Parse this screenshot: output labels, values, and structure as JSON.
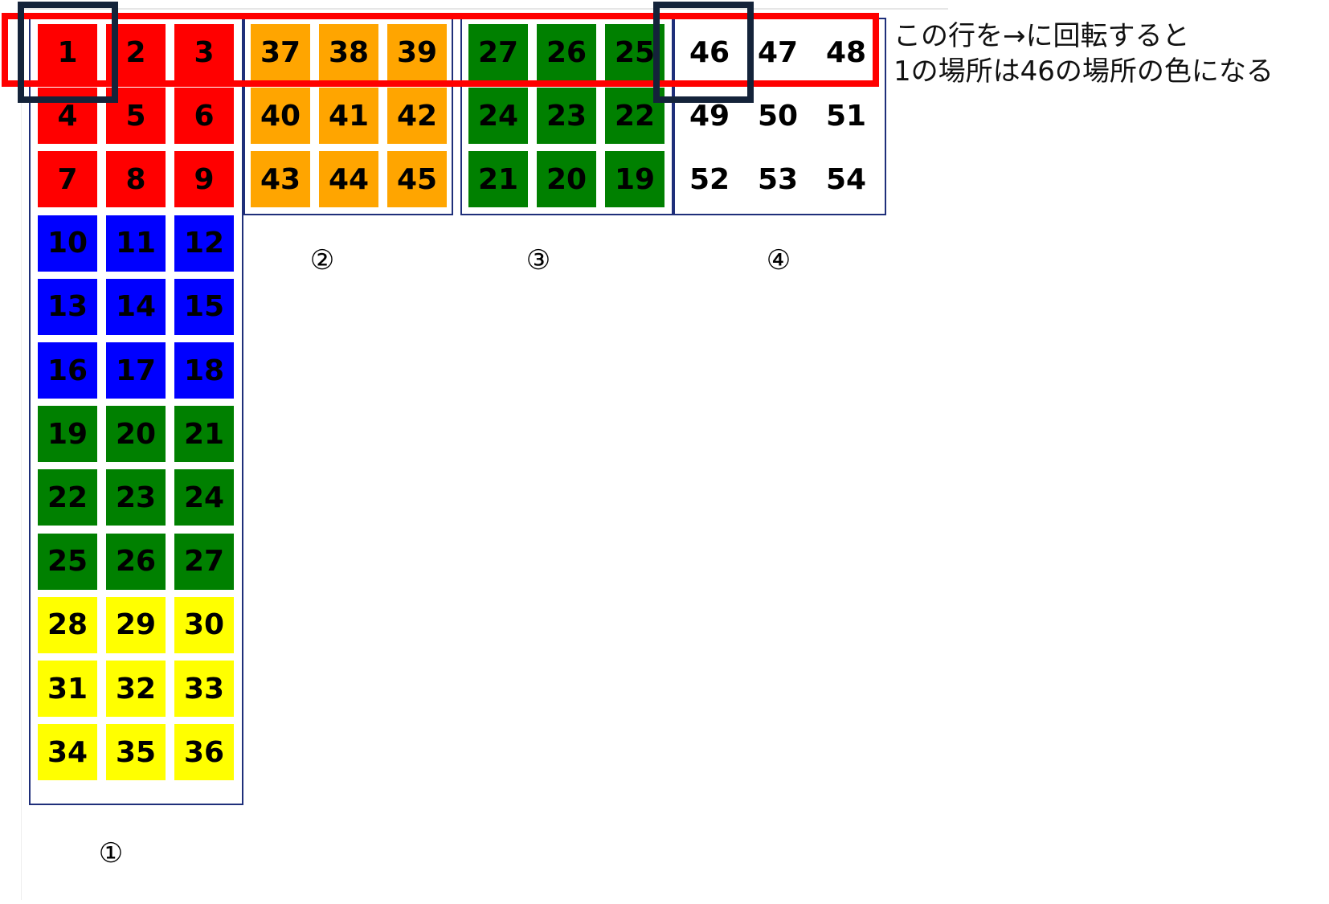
{
  "annotation": {
    "line1": "この行を→に回転すると",
    "line2": "1の場所は46の場所の色になる"
  },
  "panels": [
    {
      "label": "①",
      "rows": [
        [
          {
            "n": "1",
            "c": "red"
          },
          {
            "n": "2",
            "c": "red"
          },
          {
            "n": "3",
            "c": "red"
          }
        ],
        [
          {
            "n": "4",
            "c": "red"
          },
          {
            "n": "5",
            "c": "red"
          },
          {
            "n": "6",
            "c": "red"
          }
        ],
        [
          {
            "n": "7",
            "c": "red"
          },
          {
            "n": "8",
            "c": "red"
          },
          {
            "n": "9",
            "c": "red"
          }
        ],
        [
          {
            "n": "10",
            "c": "blue"
          },
          {
            "n": "11",
            "c": "blue"
          },
          {
            "n": "12",
            "c": "blue"
          }
        ],
        [
          {
            "n": "13",
            "c": "blue"
          },
          {
            "n": "14",
            "c": "blue"
          },
          {
            "n": "15",
            "c": "blue"
          }
        ],
        [
          {
            "n": "16",
            "c": "blue"
          },
          {
            "n": "17",
            "c": "blue"
          },
          {
            "n": "18",
            "c": "blue"
          }
        ],
        [
          {
            "n": "19",
            "c": "green"
          },
          {
            "n": "20",
            "c": "green"
          },
          {
            "n": "21",
            "c": "green"
          }
        ],
        [
          {
            "n": "22",
            "c": "green"
          },
          {
            "n": "23",
            "c": "green"
          },
          {
            "n": "24",
            "c": "green"
          }
        ],
        [
          {
            "n": "25",
            "c": "green"
          },
          {
            "n": "26",
            "c": "green"
          },
          {
            "n": "27",
            "c": "green"
          }
        ],
        [
          {
            "n": "28",
            "c": "yellow"
          },
          {
            "n": "29",
            "c": "yellow"
          },
          {
            "n": "30",
            "c": "yellow"
          }
        ],
        [
          {
            "n": "31",
            "c": "yellow"
          },
          {
            "n": "32",
            "c": "yellow"
          },
          {
            "n": "33",
            "c": "yellow"
          }
        ],
        [
          {
            "n": "34",
            "c": "yellow"
          },
          {
            "n": "35",
            "c": "yellow"
          },
          {
            "n": "36",
            "c": "yellow"
          }
        ]
      ]
    },
    {
      "label": "②",
      "rows": [
        [
          {
            "n": "37",
            "c": "orange"
          },
          {
            "n": "38",
            "c": "orange"
          },
          {
            "n": "39",
            "c": "orange"
          }
        ],
        [
          {
            "n": "40",
            "c": "orange"
          },
          {
            "n": "41",
            "c": "orange"
          },
          {
            "n": "42",
            "c": "orange"
          }
        ],
        [
          {
            "n": "43",
            "c": "orange"
          },
          {
            "n": "44",
            "c": "orange"
          },
          {
            "n": "45",
            "c": "orange"
          }
        ]
      ]
    },
    {
      "label": "③",
      "rows": [
        [
          {
            "n": "27",
            "c": "green"
          },
          {
            "n": "26",
            "c": "green"
          },
          {
            "n": "25",
            "c": "green"
          }
        ],
        [
          {
            "n": "24",
            "c": "green"
          },
          {
            "n": "23",
            "c": "green"
          },
          {
            "n": "22",
            "c": "green"
          }
        ],
        [
          {
            "n": "21",
            "c": "green"
          },
          {
            "n": "20",
            "c": "green"
          },
          {
            "n": "19",
            "c": "green"
          }
        ]
      ]
    },
    {
      "label": "④",
      "rows": [
        [
          {
            "n": "46",
            "c": "white"
          },
          {
            "n": "47",
            "c": "white"
          },
          {
            "n": "48",
            "c": "white"
          }
        ],
        [
          {
            "n": "49",
            "c": "white"
          },
          {
            "n": "50",
            "c": "white"
          },
          {
            "n": "51",
            "c": "white"
          }
        ],
        [
          {
            "n": "52",
            "c": "white"
          },
          {
            "n": "53",
            "c": "white"
          },
          {
            "n": "54",
            "c": "white"
          }
        ]
      ]
    }
  ]
}
